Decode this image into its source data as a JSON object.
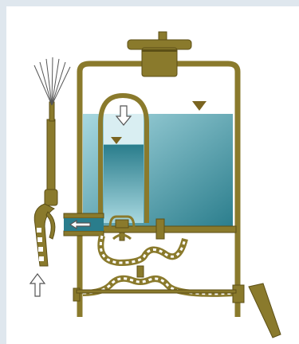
{
  "diagram": {
    "colors": {
      "frame_bg": "#dfe7ee",
      "panel_bg": "#ffffff",
      "metal": "#8a7a2c",
      "metal_dark": "#5c4f16",
      "metal_light": "#b7a64f",
      "water_light": "#a8d8e0",
      "water_dark": "#2a7d8c",
      "chamber_glass": "#d9eef2",
      "arrow_outline": "#555555",
      "arrow_fill": "#ffffff",
      "level_marker": "#7a6420",
      "hose_stripe": "#ffffff"
    },
    "parts": [
      "cap",
      "outer-frame",
      "main-water-tank",
      "inner-dome-chamber",
      "inner-water-column",
      "valve-assembly",
      "outlet-channel",
      "inner-hose-upper",
      "inner-hose-lower",
      "base-rail",
      "pump-lever",
      "sprayer-wand",
      "spray-nozzle",
      "wand-handle-grip"
    ],
    "indicators": [
      "water-level-marker-tank",
      "water-level-marker-column",
      "flow-arrow-down",
      "flow-arrow-outlet",
      "flow-arrow-up"
    ]
  }
}
